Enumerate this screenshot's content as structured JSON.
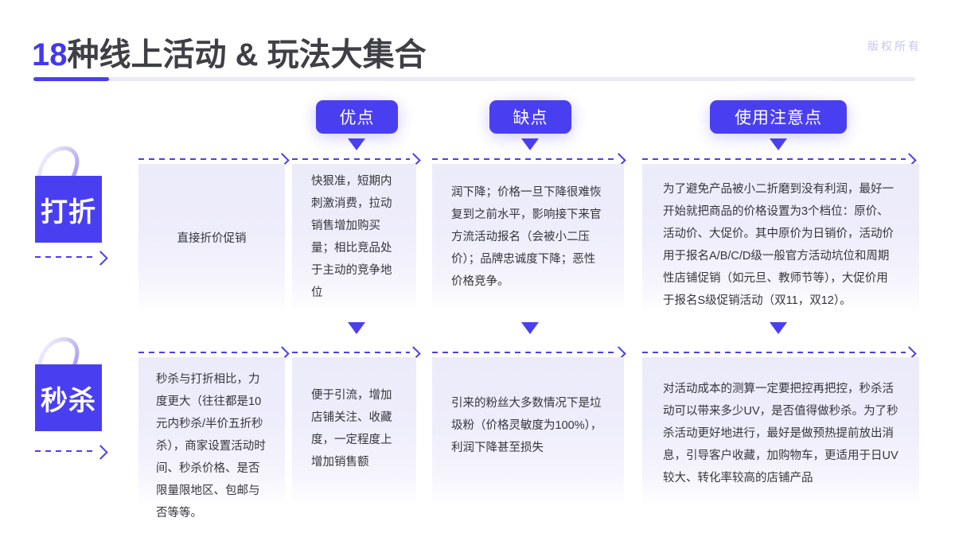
{
  "header": {
    "title_highlight": "18",
    "title_rest": "种线上活动 & 玩法大集合",
    "watermark": "版权所有",
    "accent_color": "#4a3ff0",
    "text_color": "#3f3f46"
  },
  "columns": [
    {
      "label": "",
      "has_pill": false
    },
    {
      "label": "优点",
      "has_pill": true
    },
    {
      "label": "缺点",
      "has_pill": true
    },
    {
      "label": "使用注意点",
      "has_pill": true
    }
  ],
  "rows": [
    {
      "label": "打折",
      "cells": [
        "直接折价促销",
        "快狠准，短期内刺激消费，拉动销售增加购买量；相比竞品处于主动的竞争地位",
        "润下降；价格一旦下降很难恢复到之前水平，影响接下来官方流活动报名（会被小二压价）；品牌忠诚度下降；恶性价格竞争。",
        "为了避免产品被小二折磨到没有利润，最好一开始就把商品的价格设置为3个档位：原价、活动价、大促价。其中原价为日销价，活动价用于报名A/B/C/D级一般官方活动坑位和周期性店铺促销（如元旦、教师节等），大促价用于报名S级促销活动（双11，双12）。"
      ]
    },
    {
      "label": "秒杀",
      "cells": [
        "秒杀与打折相比，力度更大（往往都是10元内秒杀/半价五折秒杀），商家设置活动时间、秒杀价格、是否限量限地区、包邮与否等等。",
        "便于引流，增加店铺关注、收藏度，一定程度上增加销售额",
        "引来的粉丝大多数情况下是垃圾粉（价格灵敏度为100%），利润下降甚至损失",
        "对活动成本的测算一定要把控再把控，秒杀活动可以带来多少UV，是否值得做秒杀。为了秒杀活动更好地进行，最好是做预热提前放出消息，引导客户收藏，加购物车，更适用于日UV较大、转化率较高的店铺产品"
      ]
    }
  ]
}
